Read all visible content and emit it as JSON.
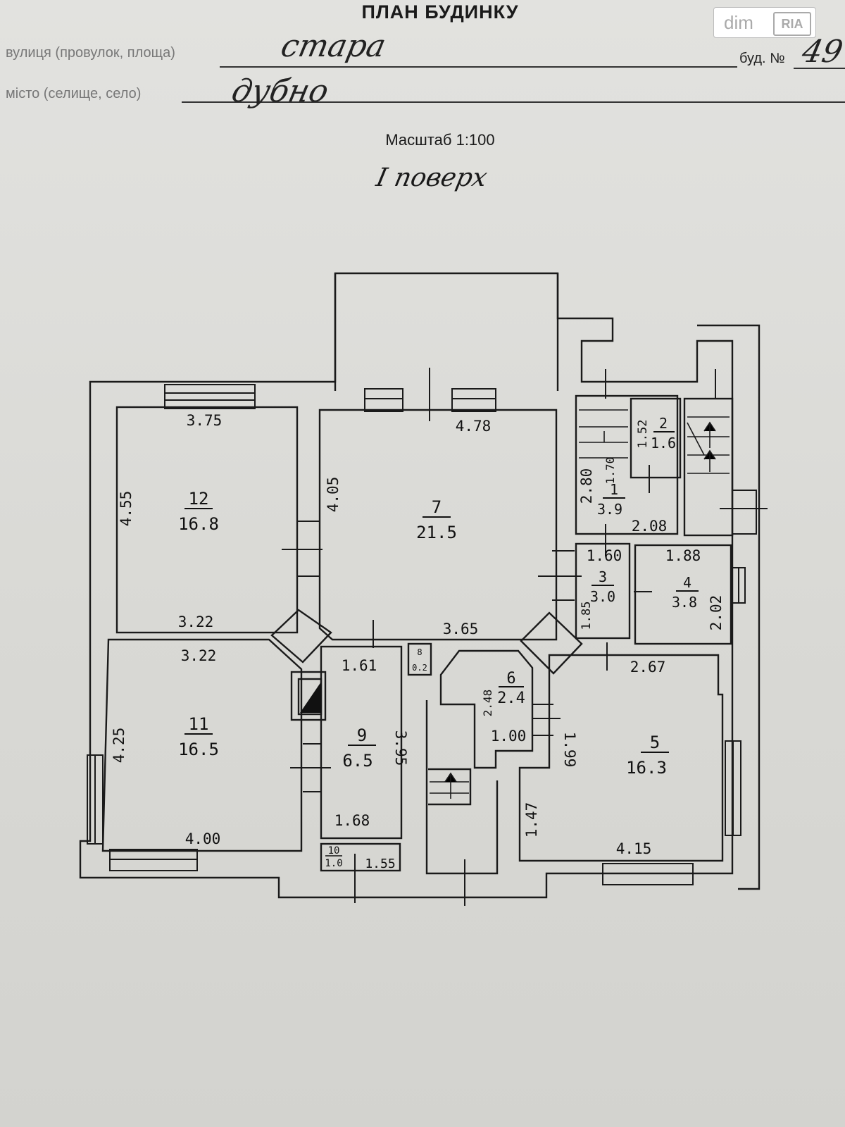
{
  "header": {
    "title": "ПЛАН БУДИНКУ",
    "street_label": "вулиця (провулок, площа)",
    "street_value": "стара",
    "house_label": "буд. №",
    "house_value": "49",
    "city_label": "місто (селище, село)",
    "city_value": "дубно",
    "scale": "Масштаб 1:100",
    "floor": "I поверх"
  },
  "watermark": {
    "dim": "dim",
    "ria": "RIA"
  },
  "rooms": [
    {
      "num": "12",
      "area": "16.8"
    },
    {
      "num": "7",
      "area": "21.5"
    },
    {
      "num": "11",
      "area": "16.5"
    },
    {
      "num": "9",
      "area": "6.5"
    },
    {
      "num": "6",
      "area": "2.4"
    },
    {
      "num": "5",
      "area": "16.3"
    },
    {
      "num": "1",
      "area": "3.9"
    },
    {
      "num": "2",
      "area": "1.6"
    },
    {
      "num": "3",
      "area": "3.0"
    },
    {
      "num": "4",
      "area": "3.8"
    },
    {
      "num": "10",
      "area": "1.0"
    },
    {
      "num": "8",
      "area": "0.2"
    }
  ],
  "dimensions": {
    "r12_top": "3.75",
    "r12_left": "4.55",
    "r12_bottom": "3.22",
    "r7_top": "4.78",
    "r7_left": "4.05",
    "r7_bottom": "3.65",
    "r11_top": "3.22",
    "r11_left": "4.25",
    "r11_bottom": "4.00",
    "r9_top": "1.61",
    "r9_right": "3.95",
    "r9_bottom": "1.68",
    "r10_right": "1.55",
    "r6_left": "2.48",
    "r6_bottom": "1.00",
    "r5_top": "2.67",
    "r5_left_a": "1.99",
    "r5_left_b": "1.47",
    "r5_bottom": "4.15",
    "r1_left": "2.80",
    "r1_right": "1.70",
    "r1_bottom": "2.08",
    "r2_left": "1.52",
    "r3_top": "1.60",
    "r3_left": "1.85",
    "r4_top": "1.88",
    "r4_right": "2.02"
  }
}
